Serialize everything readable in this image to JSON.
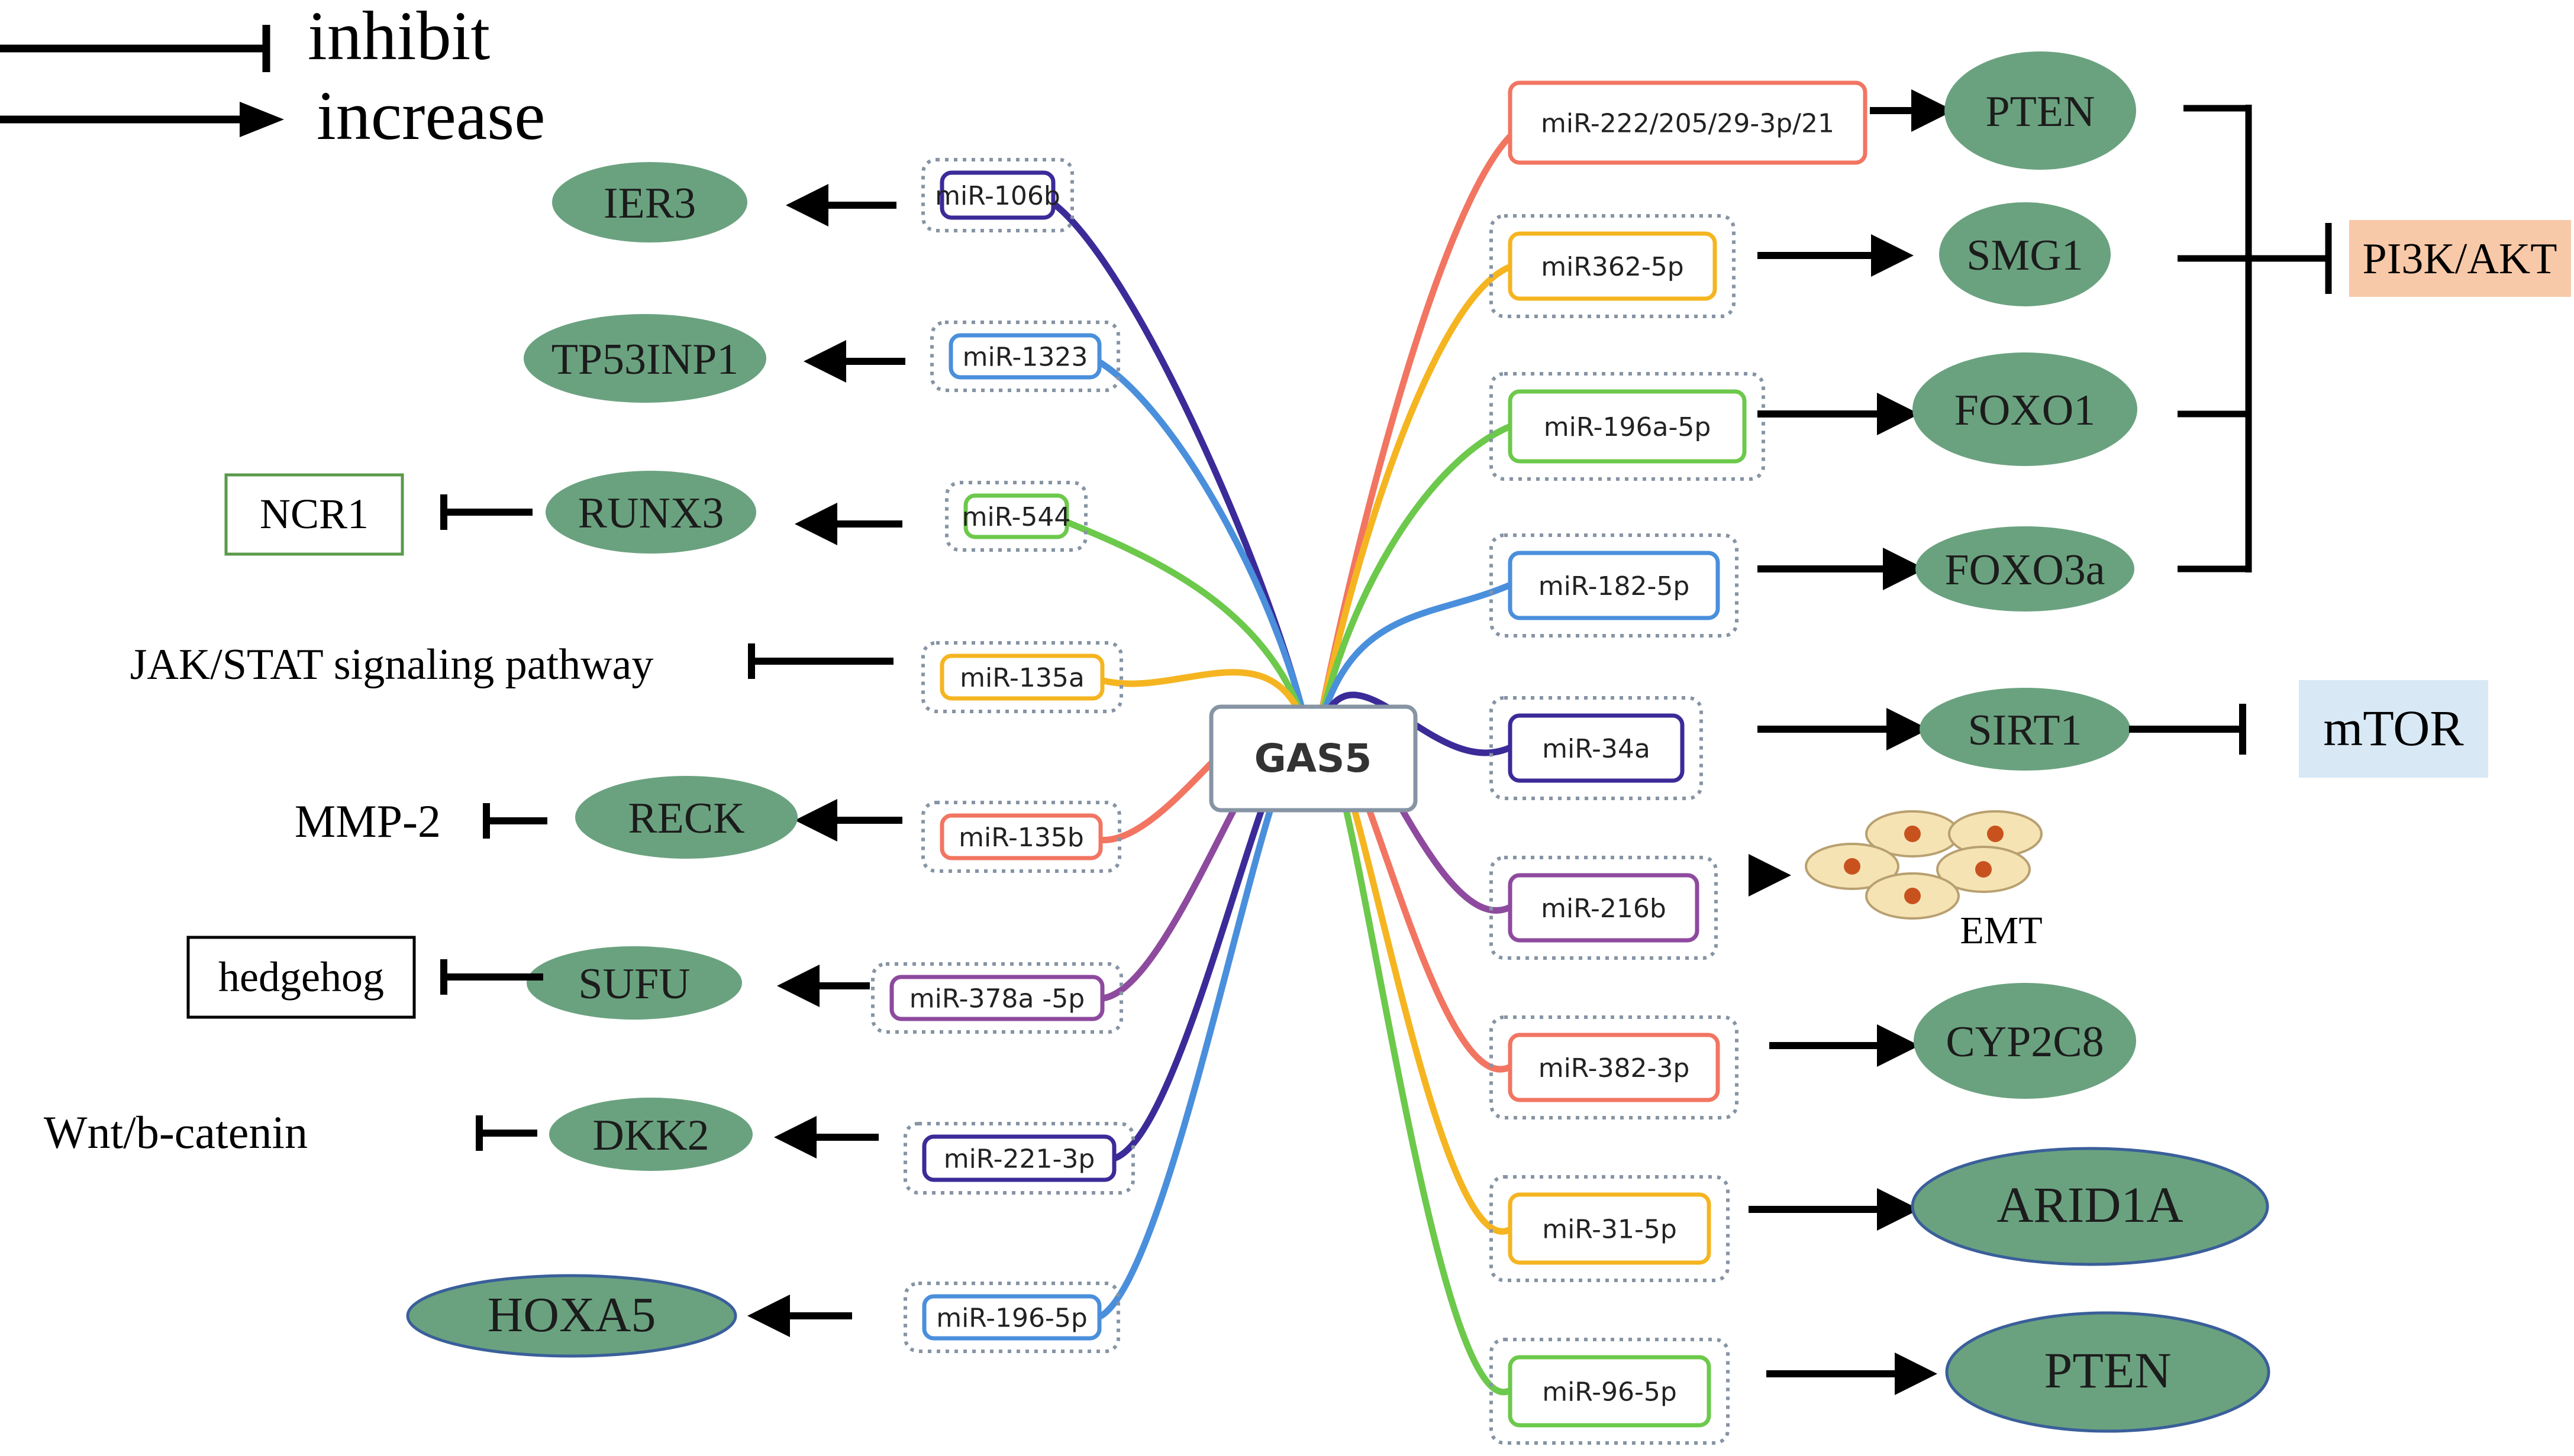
{
  "legend": {
    "inhibit": "inhibit",
    "increase": "increase"
  },
  "center": "GAS5",
  "colors": {
    "purple_dark": "#3b2b98",
    "blue": "#4a8fdc",
    "green": "#6cc94b",
    "orange": "#f5b521",
    "salmon": "#f27562",
    "magenta": "#8e4a9e",
    "ellipse_fill": "#6aa27f",
    "ellipse_border_blue": "#3a5f9a",
    "pi3k_fill": "#f8c9a8",
    "mtor_fill": "#d8e8f5",
    "dotted": "#8694a4",
    "cell_fill": "#f6e3b4",
    "cell_nucleus": "#c8521e"
  },
  "left": [
    {
      "mirna": "miR-106b",
      "target": "IER3",
      "color": "purple_dark"
    },
    {
      "mirna": "miR-1323",
      "target": "TP53INP1",
      "color": "blue"
    },
    {
      "mirna": "miR-544",
      "target": "RUNX3",
      "color": "green",
      "downstream": "NCR1",
      "downstream_boxed": true
    },
    {
      "mirna": "miR-135a",
      "target": "JAK/STAT signaling pathway",
      "color": "orange",
      "target_boxed": true
    },
    {
      "mirna": "miR-135b",
      "target": "RECK",
      "color": "salmon",
      "downstream": "MMP-2",
      "downstream_boxed": false
    },
    {
      "mirna": "miR-378a -5p",
      "target": "SUFU",
      "color": "magenta",
      "downstream": "hedgehog",
      "downstream_boxed": true
    },
    {
      "mirna": "miR-221-3p",
      "target": "DKK2",
      "color": "purple_dark",
      "downstream": "Wnt/b-catenin",
      "downstream_boxed": false
    },
    {
      "mirna": "miR-196-5p",
      "target": "HOXA5",
      "color": "blue",
      "target_border_blue": true
    }
  ],
  "right": [
    {
      "mirna": "miR-222/205/29-3p/21",
      "target": "PTEN",
      "color": "salmon"
    },
    {
      "mirna": "miR362-5p",
      "target": "SMG1",
      "color": "orange"
    },
    {
      "mirna": "miR-196a-5p",
      "target": "FOXO1",
      "color": "green"
    },
    {
      "mirna": "miR-182-5p",
      "target": "FOXO3a",
      "color": "blue"
    },
    {
      "mirna": "miR-34a",
      "target": "SIRT1",
      "color": "purple_dark",
      "downstream": "mTOR"
    },
    {
      "mirna": "miR-216b",
      "target": "EMT",
      "color": "magenta",
      "target_is_cells": true
    },
    {
      "mirna": "miR-382-3p",
      "target": "CYP2C8",
      "color": "salmon"
    },
    {
      "mirna": "miR-31-5p",
      "target": "ARID1A",
      "color": "orange",
      "target_border_blue": true
    },
    {
      "mirna": "miR-96-5p",
      "target": "PTEN",
      "color": "green",
      "target_border_blue": true
    }
  ],
  "pi3k": "PI3K/AKT"
}
